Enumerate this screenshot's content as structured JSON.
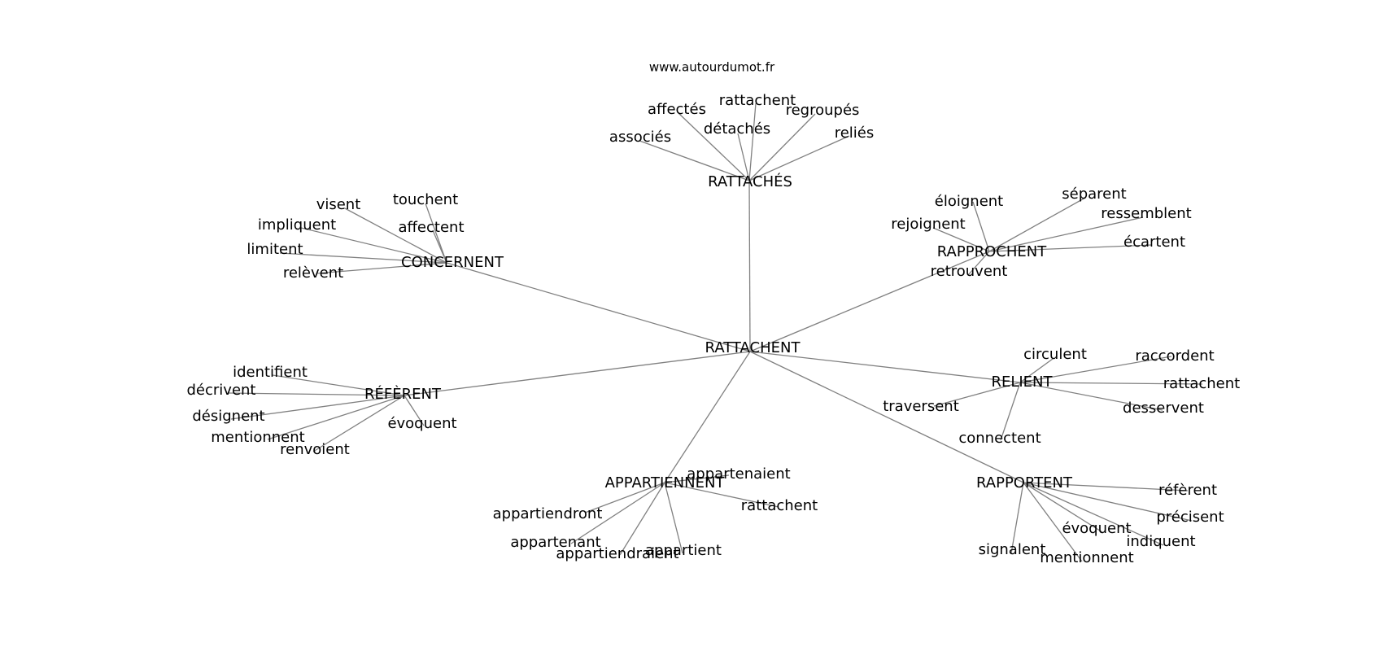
{
  "source": "www.autourdumot.fr",
  "center": "RATTACHENT",
  "groups": [
    {
      "hub": "RATTACHÉS",
      "leaves": [
        "associés",
        "affectés",
        "détachés",
        "rattachent",
        "regroupés",
        "reliés"
      ]
    },
    {
      "hub": "CONCERNENT",
      "leaves": [
        "visent",
        "touchent",
        "impliquent",
        "affectent",
        "limitent",
        "relèvent"
      ]
    },
    {
      "hub": "RAPPROCHENT",
      "leaves": [
        "éloignent",
        "séparent",
        "rejoignent",
        "ressemblent",
        "écartent",
        "retrouvent"
      ]
    },
    {
      "hub": "RÉFÈRENT",
      "leaves": [
        "identifient",
        "décrivent",
        "désignent",
        "mentionnent",
        "renvoient",
        "évoquent"
      ]
    },
    {
      "hub": "RELIENT",
      "leaves": [
        "circulent",
        "raccordent",
        "rattachent",
        "desservent",
        "traversent",
        "connectent"
      ]
    },
    {
      "hub": "APPARTIENNENT",
      "leaves": [
        "appartenaient",
        "rattachent",
        "appartiendront",
        "appartenant",
        "appartiendraient",
        "appartient"
      ]
    },
    {
      "hub": "RAPPORTENT",
      "leaves": [
        "réfèrent",
        "précisent",
        "évoquent",
        "indiquent",
        "signalent",
        "mentionnent"
      ]
    }
  ]
}
